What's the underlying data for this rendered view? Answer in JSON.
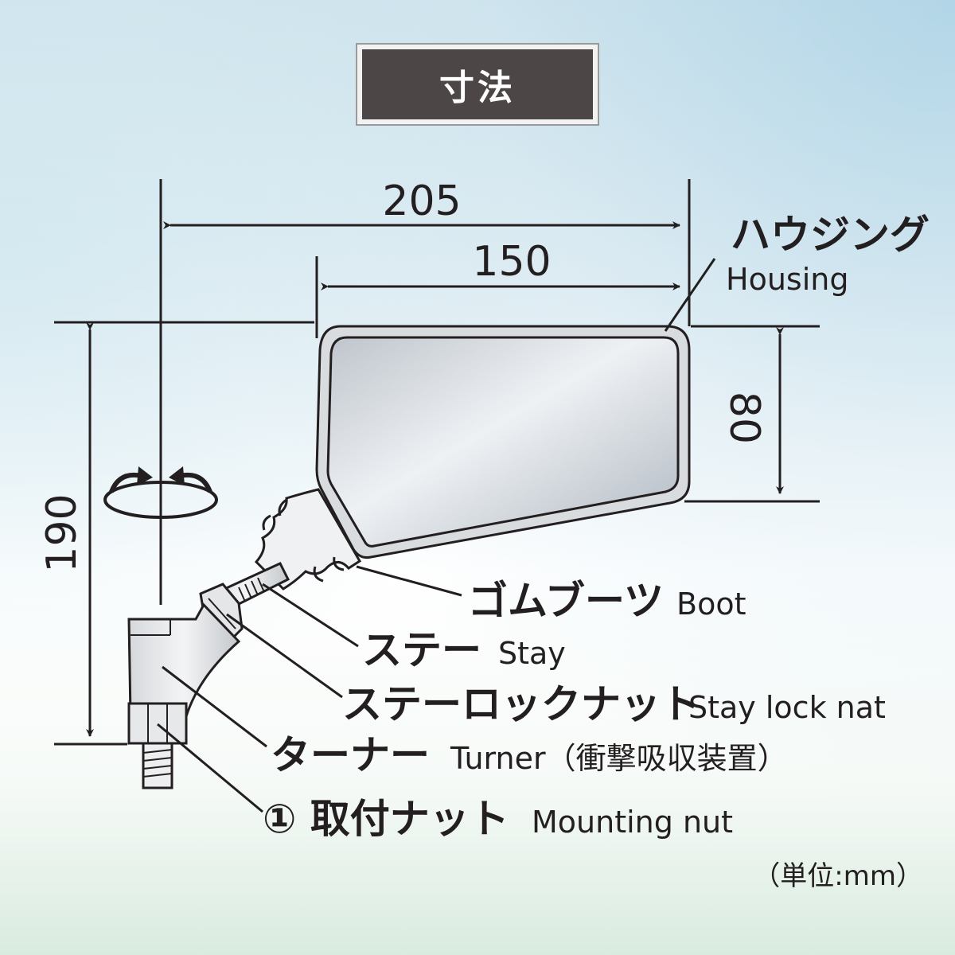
{
  "title": "寸法",
  "dimensions": {
    "width_total": "205",
    "width_mirror": "150",
    "height_total": "190",
    "height_mirror": "80"
  },
  "parts": [
    {
      "jp": "ハウジング",
      "en": "Housing"
    },
    {
      "jp": "ゴムブーツ",
      "en": "Boot"
    },
    {
      "jp": "ステー",
      "en": "Stay"
    },
    {
      "jp": "ステーロックナット",
      "en": "Stay lock nat"
    },
    {
      "jp": "ターナー",
      "en": "Turner（衝撃吸収装置）"
    },
    {
      "jp": "① 取付ナット",
      "en": "Mounting nut"
    }
  ],
  "unit_note": "（単位:mm）"
}
